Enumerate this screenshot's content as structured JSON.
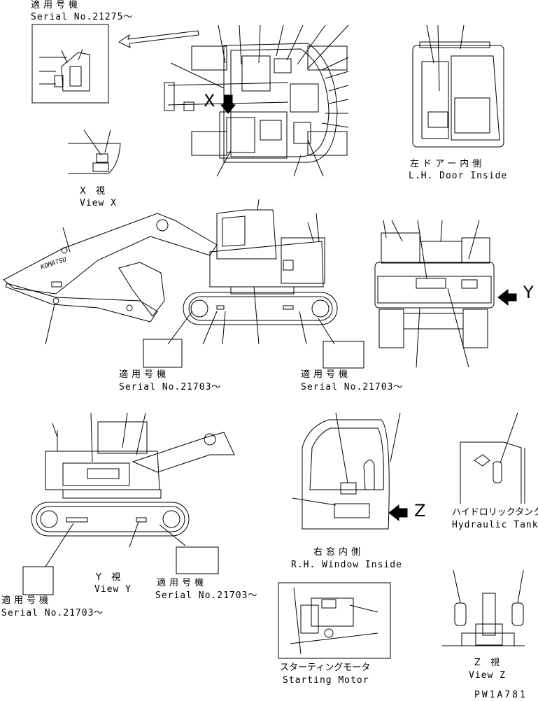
{
  "top_left": {
    "jp": "適用号機",
    "en": "Serial No.21275～"
  },
  "mark_x": "X",
  "view_x": {
    "jp": "X 視",
    "en": "View X"
  },
  "lh_door": {
    "jp": "左ドアー内側",
    "en": "L.H. Door Inside"
  },
  "mark_y": "Y",
  "serial_a": {
    "jp": "適用号機",
    "en": "Serial No.21703～"
  },
  "serial_b": {
    "jp": "適用号機",
    "en": "Serial No.21703～"
  },
  "serial_c": {
    "jp": "適用号機",
    "en": "Serial No.21703～"
  },
  "serial_d": {
    "jp": "適用号機",
    "en": "Serial No.21703～"
  },
  "view_y": {
    "jp": "Y 視",
    "en": "View Y"
  },
  "mark_z": "Z",
  "rh_window": {
    "jp": "右窓内側",
    "en": "R.H. Window Inside"
  },
  "hyd_tank": {
    "jp": "ハイドロリックタンク",
    "en": "Hydraulic Tank"
  },
  "start_motor": {
    "jp": "スターティングモータ",
    "en": "Starting Motor"
  },
  "view_z": {
    "jp": "Z 視",
    "en": "View Z"
  },
  "boom_brand": "KOMATSU",
  "drawing_code": "PW1A781"
}
